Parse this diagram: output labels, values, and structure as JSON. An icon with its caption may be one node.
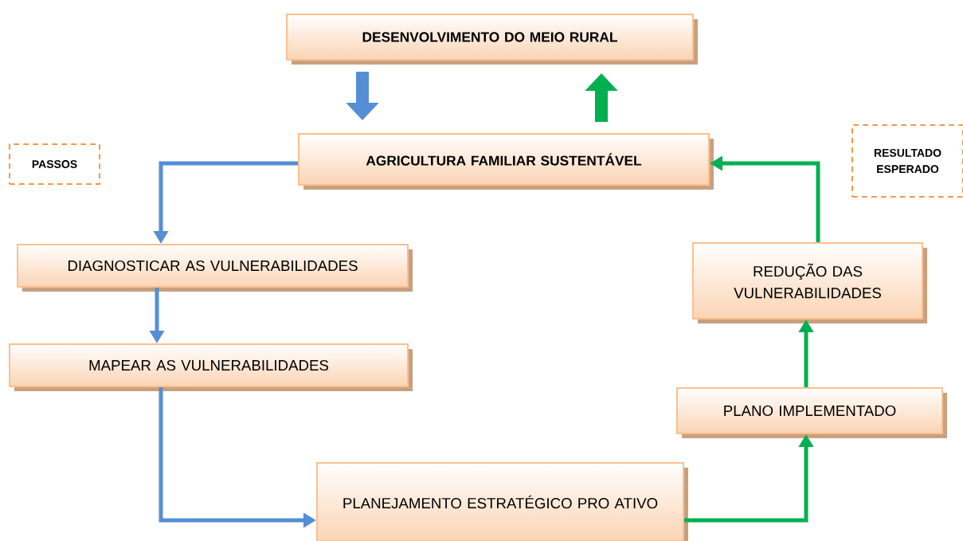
{
  "diagram": {
    "nodes": [
      {
        "text": [
          "DESENVOLVIMENTO DO MEIO RURAL"
        ]
      },
      {
        "text": [
          "AGRICULTURA FAMILIAR SUSTENTÁVEL"
        ]
      },
      {
        "text": [
          "PASSOS"
        ]
      },
      {
        "text": [
          "RESULTADO ESPERADO"
        ]
      },
      {
        "text": [
          "DIAGNOSTICAR AS VULNERABILIDADES"
        ]
      },
      {
        "text": [
          "MAPEAR AS VULNERABILIDADES"
        ]
      },
      {
        "text": [
          "PLANEJAMENTO ESTRATÉGICO PRO ATIVO"
        ]
      },
      {
        "text": [
          "PLANO IMPLEMENTADO"
        ]
      },
      {
        "text": [
          "REDUÇÃO DAS VULNERABILIDADES"
        ]
      }
    ],
    "edges": [
      {
        "from": 0,
        "to": 1,
        "arrow": "to",
        "style": "thick",
        "color": "#558ed5"
      },
      {
        "from": 1,
        "to": 0,
        "arrow": "to",
        "style": "thick",
        "color": "#00b050"
      },
      {
        "from": 1,
        "to": 4,
        "arrow": "to",
        "color": "#558ed5"
      },
      {
        "from": 4,
        "to": 5,
        "arrow": "to",
        "color": "#558ed5"
      },
      {
        "from": 5,
        "to": 6,
        "arrow": "to",
        "color": "#558ed5"
      },
      {
        "from": 6,
        "to": 7,
        "arrow": "to",
        "color": "#00b050"
      },
      {
        "from": 7,
        "to": 8,
        "arrow": "to",
        "color": "#00b050"
      },
      {
        "from": 8,
        "to": 1,
        "arrow": "to",
        "color": "#00b050"
      }
    ]
  }
}
